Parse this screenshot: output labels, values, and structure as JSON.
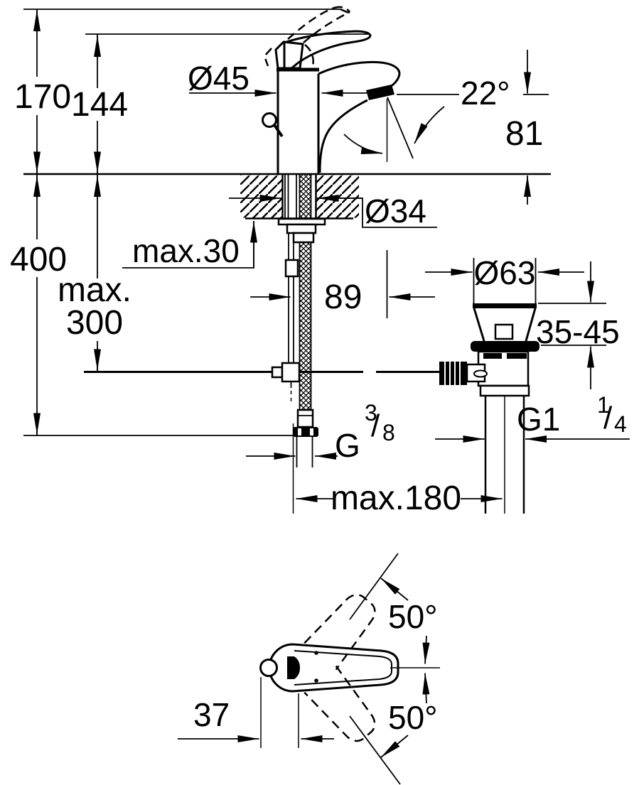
{
  "colors": {
    "line": "#000000",
    "background": "#ffffff"
  },
  "main_view": {
    "dimensions": {
      "overall_height": "170",
      "height_to_spout_tip": "144",
      "body_diameter": "Ø45",
      "spout_angle": "22°",
      "spout_outlet_height": "81",
      "hose_length_below_deck": "400",
      "deck_thickness": "max.30",
      "shank_hole_diameter": "Ø34",
      "rod_length": {
        "line1": "max.",
        "line2": "300"
      },
      "spout_reach": "89",
      "waste_flange_diameter": "Ø63",
      "waste_mounting_range": "35-45",
      "waste_thread": {
        "prefix": "G1",
        "numerator": "1",
        "slash": "/",
        "denominator": "4"
      },
      "supply_thread": {
        "prefix": "G",
        "numerator": "3",
        "slash": "/",
        "denominator": "8"
      },
      "max_rod_to_waste_distance": "max.180"
    }
  },
  "top_view": {
    "dimensions": {
      "handle_swing_up": "50°",
      "handle_swing_down": "50°",
      "handle_offset": "37"
    }
  }
}
